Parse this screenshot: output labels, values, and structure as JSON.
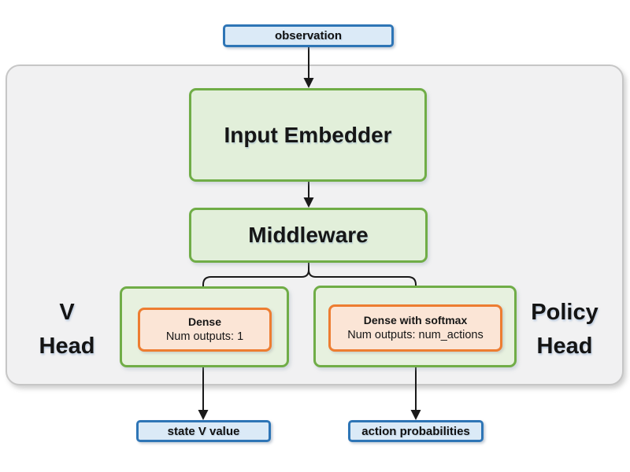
{
  "diagram": {
    "observation": {
      "label": "observation"
    },
    "input_embedder": {
      "label": "Input Embedder"
    },
    "middleware": {
      "label": "Middleware"
    },
    "v_head": {
      "label_line1": "V",
      "label_line2": "Head",
      "dense": {
        "title": "Dense",
        "subtitle": "Num outputs: 1"
      }
    },
    "policy_head": {
      "label_line1": "Policy",
      "label_line2": "Head",
      "dense": {
        "title": "Dense with softmax",
        "subtitle": "Num outputs: num_actions"
      }
    },
    "outputs": {
      "state_v_value": {
        "label": "state V value"
      },
      "action_probabilities": {
        "label": "action probabilities"
      }
    }
  },
  "colors": {
    "blue_border": "#2e75b6",
    "blue_fill": "#dbeaf7",
    "green_border": "#70ad47",
    "green_fill": "#e2efda",
    "orange_border": "#ed7d31",
    "orange_fill": "#fbe5d6",
    "frame_fill": "#f1f1f2",
    "frame_border": "#c6c6c6",
    "arrow": "#1a1a1a"
  }
}
